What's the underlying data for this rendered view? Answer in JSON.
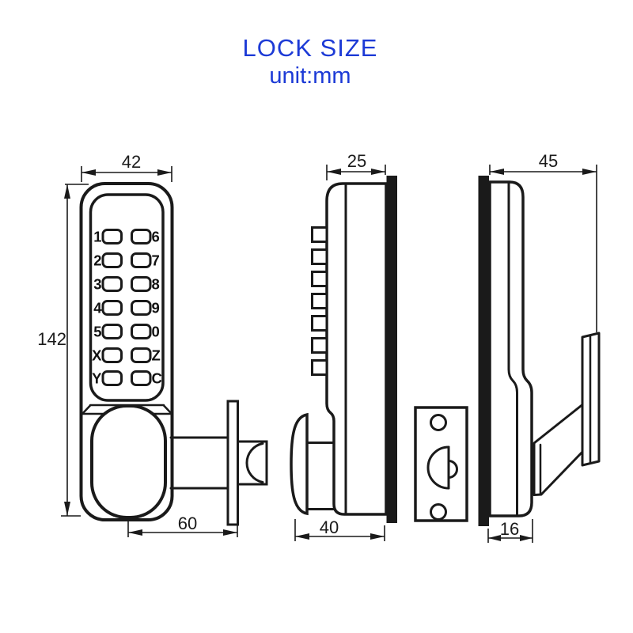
{
  "title": {
    "main": "LOCK SIZE",
    "subtitle": "unit:mm"
  },
  "colors": {
    "accent_blue": "#1c3ad6",
    "line": "#1a1a1a",
    "door_edge_fill": "#1a1a1a",
    "background": "#ffffff"
  },
  "dimensions": {
    "front_width": "42",
    "front_height": "142",
    "spindle_length": "60",
    "side_depth": "25",
    "side_total_depth": "40",
    "back_width": "45",
    "back_depth": "16"
  },
  "keypad": {
    "left_labels": [
      "1",
      "2",
      "3",
      "4",
      "5",
      "X",
      "Y"
    ],
    "right_labels": [
      "6",
      "7",
      "8",
      "9",
      "0",
      "Z",
      "C"
    ]
  }
}
